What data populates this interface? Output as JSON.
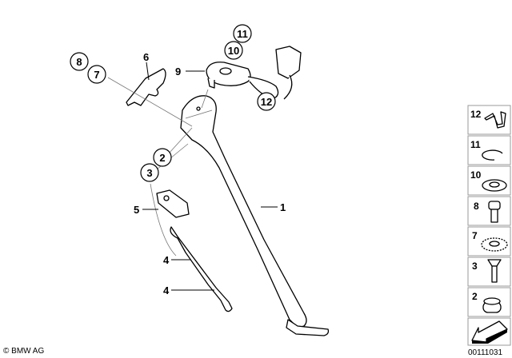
{
  "callouts": {
    "c1": "1",
    "c2": "2",
    "c3": "3",
    "c4a": "4",
    "c4b": "4",
    "c5": "5",
    "c6": "6",
    "c7": "7",
    "c8": "8",
    "c9": "9",
    "c10": "10",
    "c11": "11",
    "c12": "12"
  },
  "legend": {
    "items": [
      {
        "num": "12",
        "icon": "clip-icon"
      },
      {
        "num": "11",
        "icon": "circlip-icon"
      },
      {
        "num": "10",
        "icon": "washer-icon"
      },
      {
        "num": "8",
        "icon": "socket-screw-icon"
      },
      {
        "num": "7",
        "icon": "serrated-washer-icon"
      },
      {
        "num": "3",
        "icon": "countersunk-screw-icon"
      },
      {
        "num": "2",
        "icon": "bushing-icon"
      }
    ],
    "arrow_icon": "arrow-icon",
    "diagram_code": "00111031"
  },
  "copyright": "© BMW AG"
}
